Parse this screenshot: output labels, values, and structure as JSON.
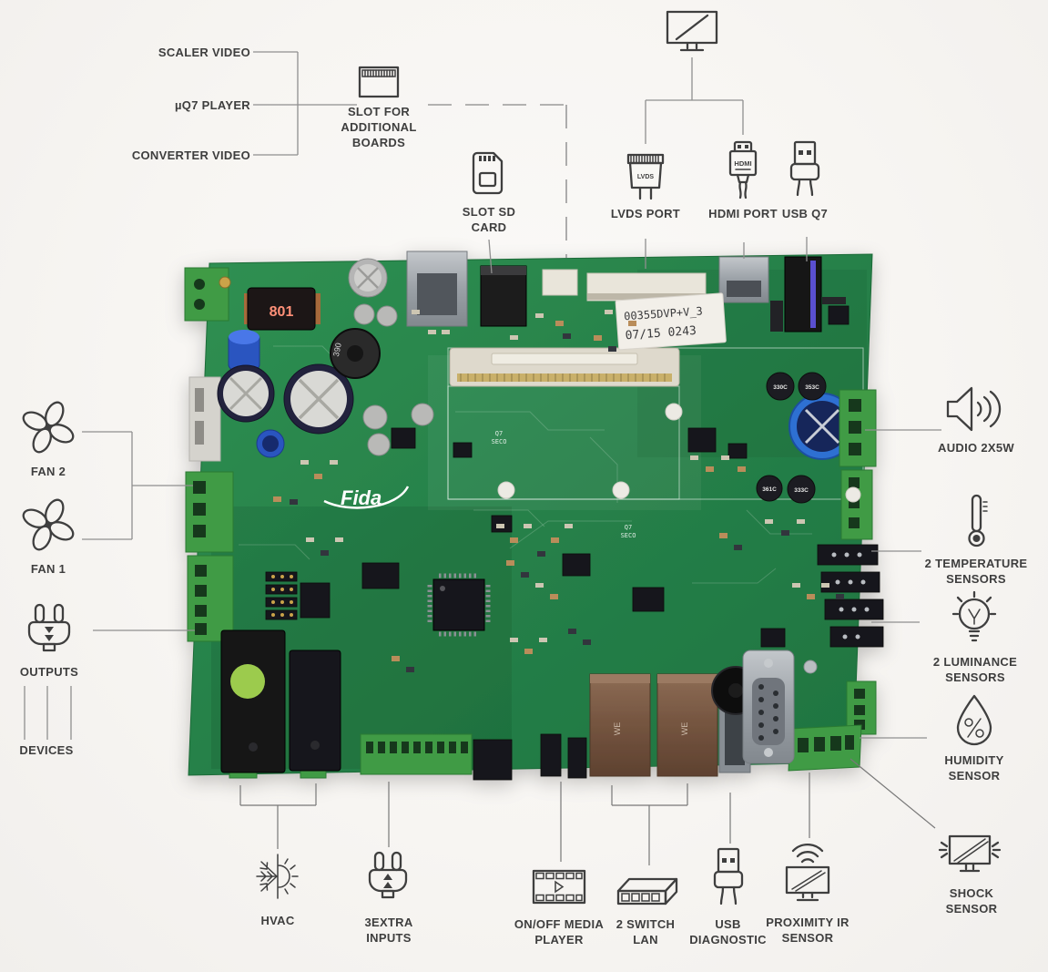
{
  "title": "Embedded media-player controller board — connections diagram",
  "labels": {
    "scaler_video": "SCALER VIDEO",
    "uq7_player": "µQ7 PLAYER",
    "converter_video": "CONVERTER VIDEO",
    "slot_additional_boards": "SLOT FOR ADDITIONAL BOARDS",
    "slot_sd_card": "SLOT SD CARD",
    "lvds_port": "LVDS PORT",
    "hdmi_port": "HDMI PORT",
    "usb_q7": "USB Q7",
    "fan_2": "FAN 2",
    "fan_1": "FAN 1",
    "outputs": "OUTPUTS",
    "devices": "DEVICES",
    "audio": "AUDIO 2X5W",
    "temperature_sensors": "2 TEMPERATURE SENSORS",
    "luminance_sensors": "2 LUMINANCE SENSORS",
    "humidity_sensor": "HUMIDITY SENSOR",
    "shock_sensor": "SHOCK SENSOR",
    "hvac": "HVAC",
    "extra_inputs": "3EXTRA INPUTS",
    "media_player": "ON/OFF MEDIA PLAYER",
    "switch_lan": "2 SWITCH LAN",
    "usb_diagnostic": "USB DIAGNOSTIC",
    "proximity_ir_sensor": "PROXIMITY IR SENSOR"
  },
  "icons": {
    "lvds_connector_text": "LVDS",
    "hdmi_connector_text": "HDMI"
  },
  "board": {
    "sticker_line1": "00355DVP+V_3",
    "sticker_line2": "07/15 0243",
    "logo": "Fida",
    "inductor_marking": "801",
    "toroid_marking": "390",
    "coil_1": "330C",
    "coil_2": "353C",
    "coil_3": "361C",
    "coil_4": "333C",
    "module_silkscreen_q7": "Q7",
    "module_silkscreen_seco": "SECO",
    "transformer_marking": "WE"
  },
  "colors": {
    "background": "#f7f5f2",
    "pcb_green": "#2e8b4f",
    "terminal_green": "#3f9b44",
    "label_text": "#3e3e3e",
    "callout_line": "#8f8f8f",
    "capacitor_navy": "#20203c",
    "capacitor_blue": "#2f6fd2",
    "relay_dot_green": "#9ccb4e"
  }
}
